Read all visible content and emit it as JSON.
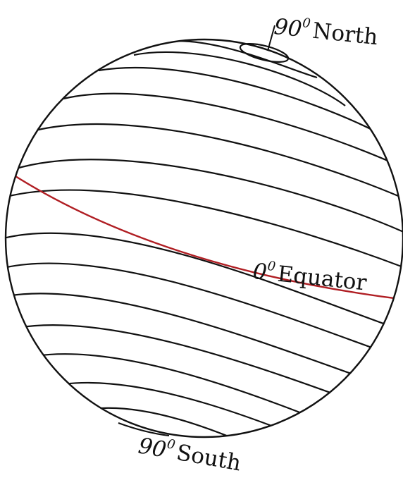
{
  "diagram": {
    "labels": {
      "north": {
        "degrees": "90",
        "superscript": "0",
        "name": "North"
      },
      "equator": {
        "degrees": "0",
        "superscript": "0",
        "name": "Equator"
      },
      "south": {
        "degrees": "90",
        "superscript": "0",
        "name": "South"
      }
    },
    "colors": {
      "outline": "#111111",
      "latitude_line": "#111111",
      "equator_line": "#b01e23",
      "background": "#ffffff"
    }
  }
}
